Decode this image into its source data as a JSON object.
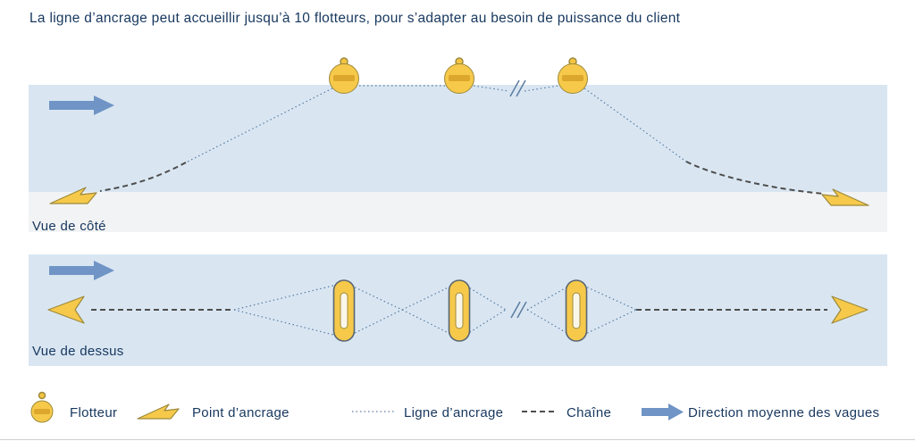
{
  "title": "La ligne d’ancrage peut accueillir jusqu’à 10 flotteurs, pour s’adapter au besoin de puissance du client",
  "views": {
    "side": {
      "label": "Vue de côté"
    },
    "top": {
      "label": "Vue de dessus"
    }
  },
  "legend": {
    "float": "Flotteur",
    "anchor_point": "Point d’ancrage",
    "anchor_line": "Ligne d’ancrage",
    "chain": "Chaîne",
    "wave_direction": "Direction moyenne des vagues"
  },
  "colors": {
    "text": "#17375e",
    "water": "#d9e6f2",
    "seabed": "#f2f3f4",
    "buoy_fill": "#f6c94a",
    "buoy_outline": "#9d8a3c",
    "float_outline": "#5a6672",
    "arrow": "#6f94c5",
    "chain_line": "#4d4d4d",
    "anchor_line": "#5a7ca0"
  }
}
